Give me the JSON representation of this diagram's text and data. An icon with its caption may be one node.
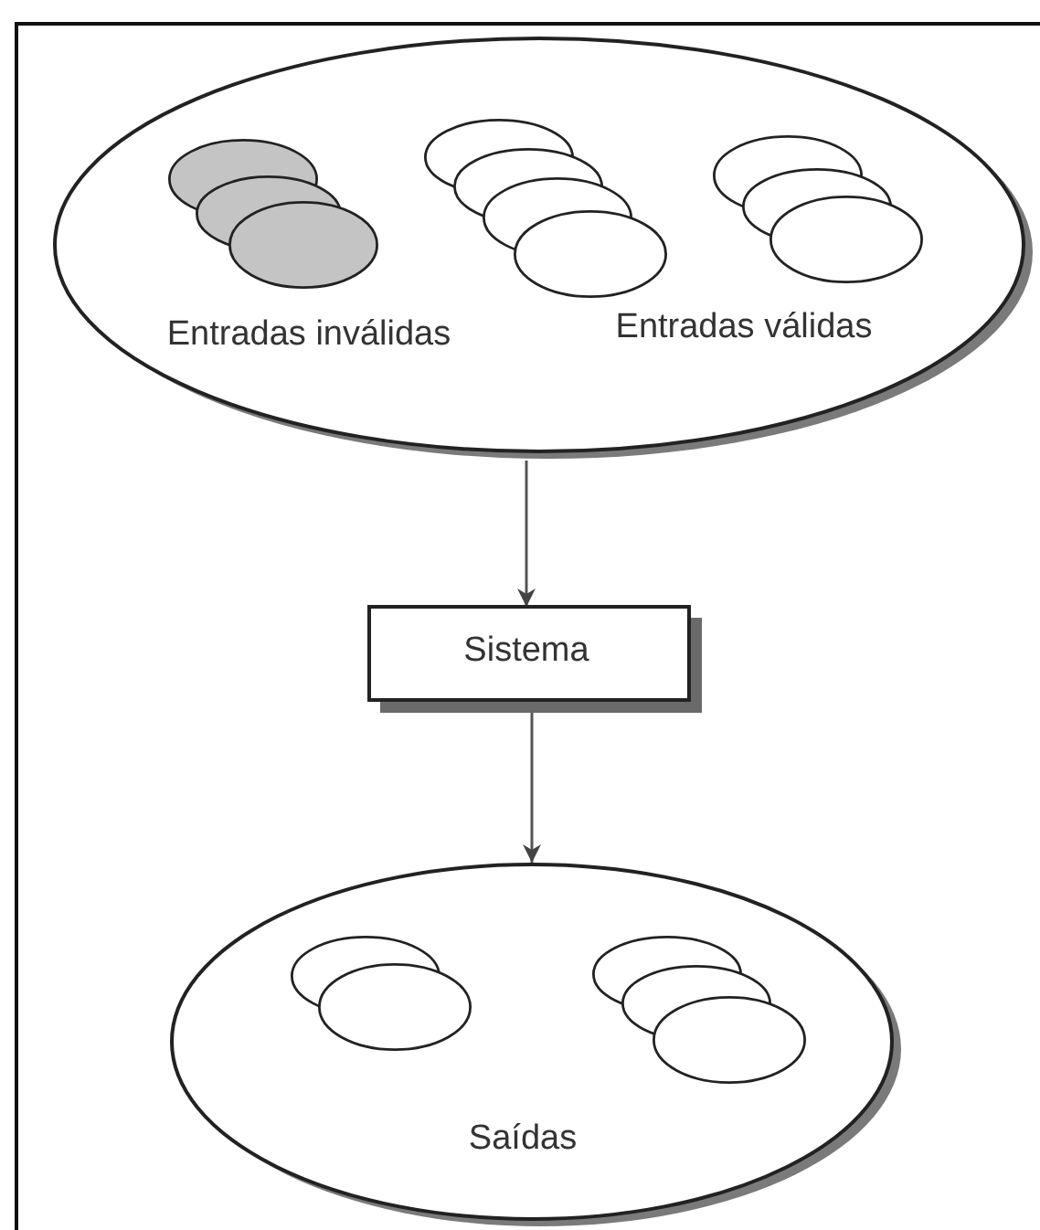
{
  "diagram": {
    "nodes": [
      {
        "text": [
          "Entradas inválidas",
          "Entradas válidas"
        ]
      },
      {
        "text": [
          "Sistema"
        ]
      },
      {
        "text": [
          "Saídas"
        ]
      }
    ],
    "edges": [
      {
        "from": 0,
        "to": 1,
        "arrow": "to"
      },
      {
        "from": 1,
        "to": 2,
        "arrow": "to"
      }
    ]
  }
}
